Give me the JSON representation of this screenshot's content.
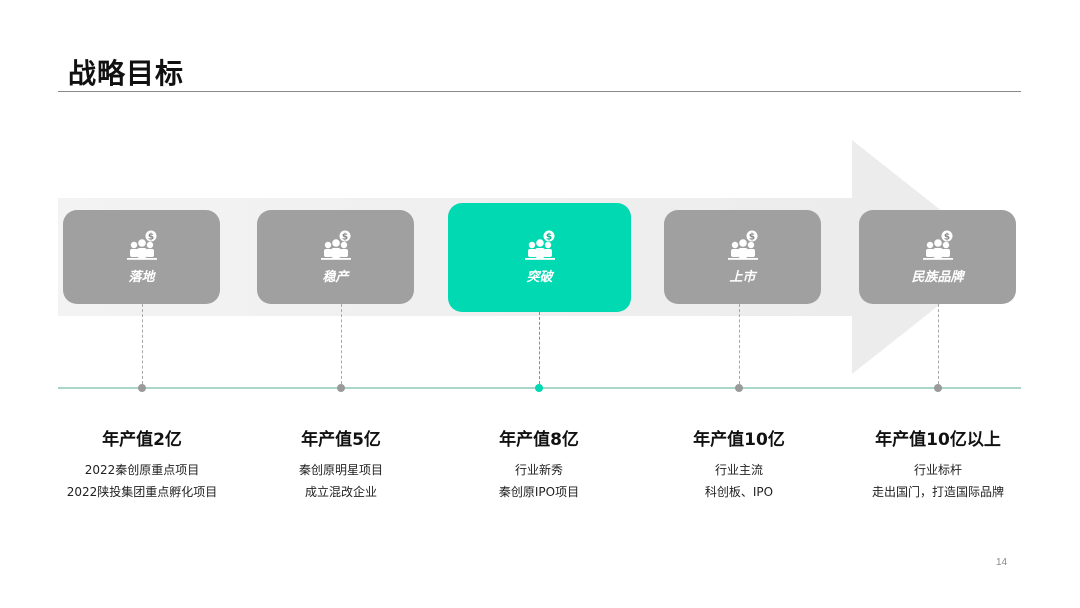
{
  "slide": {
    "title": "战略目标",
    "page_number": "14",
    "colors": {
      "accent": "#00d9b1",
      "stage_gray": "#a0a0a0",
      "timeline": "#a9d6c8",
      "arrow": "#efefef"
    }
  },
  "stages": [
    {
      "label": "落地",
      "goal": "年产值2亿",
      "lines": [
        "2022秦创原重点项目",
        "2022陕投集团重点孵化项目"
      ],
      "active": false,
      "icon": "people-money-icon"
    },
    {
      "label": "稳产",
      "goal": "年产值5亿",
      "lines": [
        "秦创原明星项目",
        "成立混改企业"
      ],
      "active": false,
      "icon": "people-money-icon"
    },
    {
      "label": "突破",
      "goal": "年产值8亿",
      "lines": [
        "行业新秀",
        "秦创原IPO项目"
      ],
      "active": true,
      "icon": "people-money-icon"
    },
    {
      "label": "上市",
      "goal": "年产值10亿",
      "lines": [
        "行业主流",
        "科创板、IPO"
      ],
      "active": false,
      "icon": "people-money-icon"
    },
    {
      "label": "民族品牌",
      "goal": "年产值10亿以上",
      "lines": [
        "行业标杆",
        "走出国门，打造国际品牌"
      ],
      "active": false,
      "icon": "people-money-icon"
    }
  ]
}
